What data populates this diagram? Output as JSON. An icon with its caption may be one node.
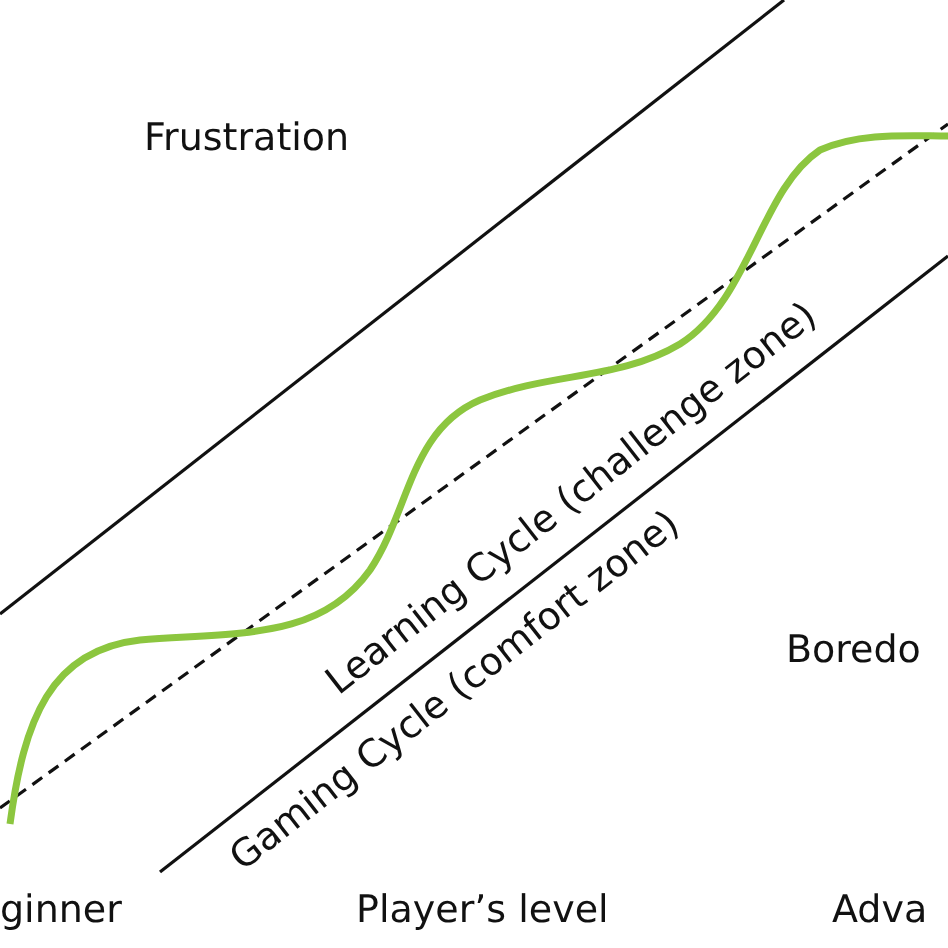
{
  "diagram": {
    "labels": [
      "Frustration",
      "Learning Cycle (challenge zone)",
      "Gaming Cycle (comfort zone)",
      "Boredo",
      "ginner",
      "Player’s level",
      "Adva"
    ]
  }
}
